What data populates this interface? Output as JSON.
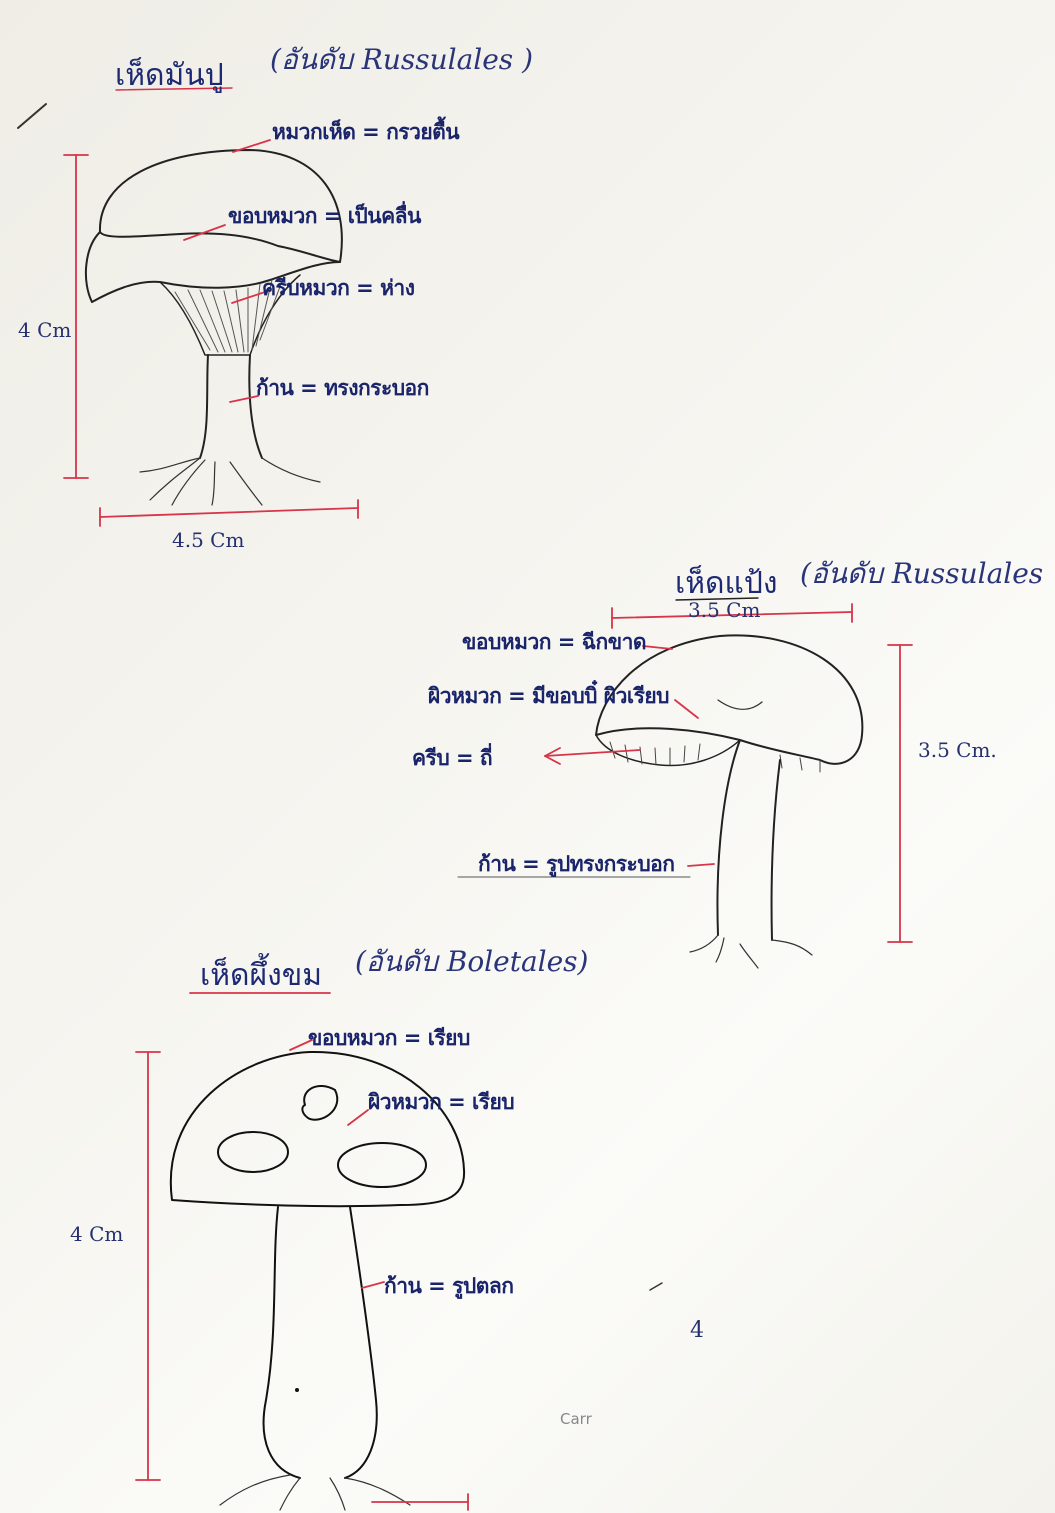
{
  "specimens": [
    {
      "title": "เห็ดมันปู",
      "order": "(อันดับ Russulales )",
      "parts": [
        {
          "label": "หมวกเห็ด = กรวยตื้น"
        },
        {
          "label": "ขอบหมวก = เป็นคลื่น"
        },
        {
          "label": "ครีบหมวก = ห่าง"
        },
        {
          "label": "ก้าน = ทรงกระบอก"
        }
      ],
      "height": "4 Cm",
      "width": "4.5 Cm"
    },
    {
      "title": "เห็ดแป้ง",
      "order": "(อันดับ Russulales",
      "parts": [
        {
          "label": "ขอบหมวก = ฉีกขาด"
        },
        {
          "label": "ผิวหมวก = มีขอบบิ๋ ผิวเรียบ"
        },
        {
          "label": "ครีบ = ถี่"
        },
        {
          "label": "ก้าน = รูปทรงกระบอก"
        }
      ],
      "width": "3.5 Cm",
      "height": "3.5 Cm."
    },
    {
      "title": "เห็ดผึ้งขม",
      "order": "(อันดับ Boletales)",
      "parts": [
        {
          "label": "ขอบหมวก = เรียบ"
        },
        {
          "label": "ผิวหมวก = เรียบ"
        },
        {
          "label": "ก้าน = รูปตลก"
        }
      ],
      "height": "4 Cm"
    }
  ],
  "page_number": "4",
  "faint_mark": "Carr",
  "colors": {
    "ink": "#1d2a73",
    "red_pen": "#d8344a",
    "pencil": "#2b2b2b"
  }
}
